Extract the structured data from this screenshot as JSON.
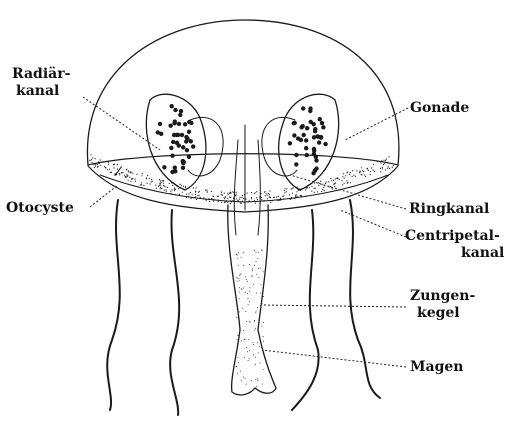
{
  "labels": {
    "radial_canal_1": "Radiär-",
    "radial_canal_2": "kanal",
    "gonad": "Gonade",
    "otocyst": "Otocyste",
    "ring_canal": "Ringkanal",
    "centripetal_1": "Centripetal-",
    "centripetal_2": "kanal",
    "tongue_cone_1": "Zungen-",
    "tongue_cone_2": "kegel",
    "stomach": "Magen"
  },
  "colors": {
    "ink": "#1a1a1a",
    "paper": "#ffffff"
  }
}
